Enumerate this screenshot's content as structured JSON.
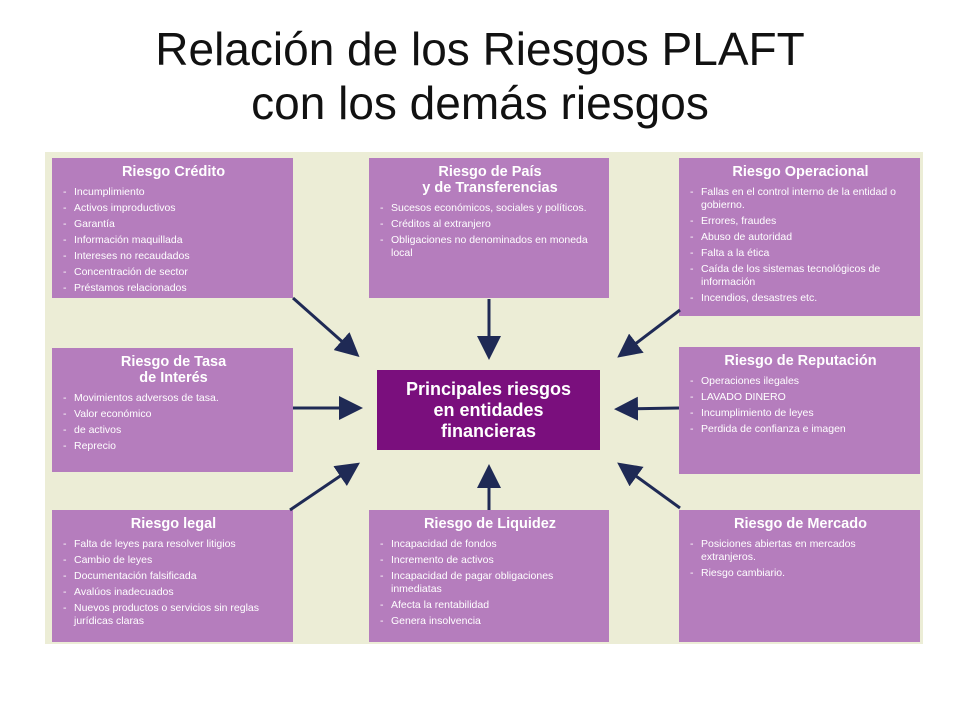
{
  "slide": {
    "title_line1": "Relación de los Riesgos PLAFT",
    "title_line2": "con los demás riesgos"
  },
  "center": {
    "line1": "Principales riesgos",
    "line2": "en entidades",
    "line3": "financieras"
  },
  "boxes": {
    "credito": {
      "title1": "Riesgo Crédito",
      "items": [
        "Incumplimiento",
        "Activos improductivos",
        "Garantía",
        "Información maquillada",
        "Intereses no recaudados",
        "Concentración de sector",
        "Préstamos relacionados"
      ]
    },
    "pais": {
      "title1": "Riesgo de País",
      "title2": "y de Transferencias",
      "items": [
        "Sucesos económicos, sociales y políticos.",
        "Créditos al extranjero",
        "Obligaciones no denominados en moneda local"
      ]
    },
    "operacional": {
      "title1": "Riesgo Operacional",
      "items": [
        "Fallas en el control interno de la entidad o gobierno.",
        "Errores, fraudes",
        "Abuso de autoridad",
        "Falta a la ética",
        "Caída de los sistemas tecnológicos de información",
        "Incendios, desastres etc."
      ]
    },
    "tasa": {
      "title1": "Riesgo de Tasa",
      "title2": "de Interés",
      "items": [
        "Movimientos adversos de tasa.",
        "Valor económico",
        "de activos",
        "Reprecio"
      ]
    },
    "reputacion": {
      "title1": "Riesgo de Reputación",
      "items": [
        "Operaciones ilegales",
        "LAVADO DINERO",
        "Incumplimiento de leyes",
        "Perdida de confianza e imagen"
      ]
    },
    "legal": {
      "title1": "Riesgo legal",
      "items": [
        "Falta de leyes para resolver litigios",
        "Cambio de leyes",
        "Documentación falsificada",
        "Avalúos inadecuados",
        "Nuevos productos o servicios sin reglas jurídicas claras"
      ]
    },
    "liquidez": {
      "title1": "Riesgo de Liquidez",
      "items": [
        "Incapacidad de fondos",
        "Incremento de activos",
        "Incapacidad de pagar obligaciones inmediatas",
        "Afecta la rentabilidad",
        "Genera insolvencia"
      ]
    },
    "mercado": {
      "title1": "Riesgo de Mercado",
      "items": [
        "Posiciones abiertas en mercados extranjeros.",
        "Riesgo cambiario."
      ]
    }
  },
  "colors": {
    "box": "#b57dbd",
    "center": "#7a0f7d",
    "panel": "#ecedd6",
    "arrow": "#1f2a55"
  }
}
